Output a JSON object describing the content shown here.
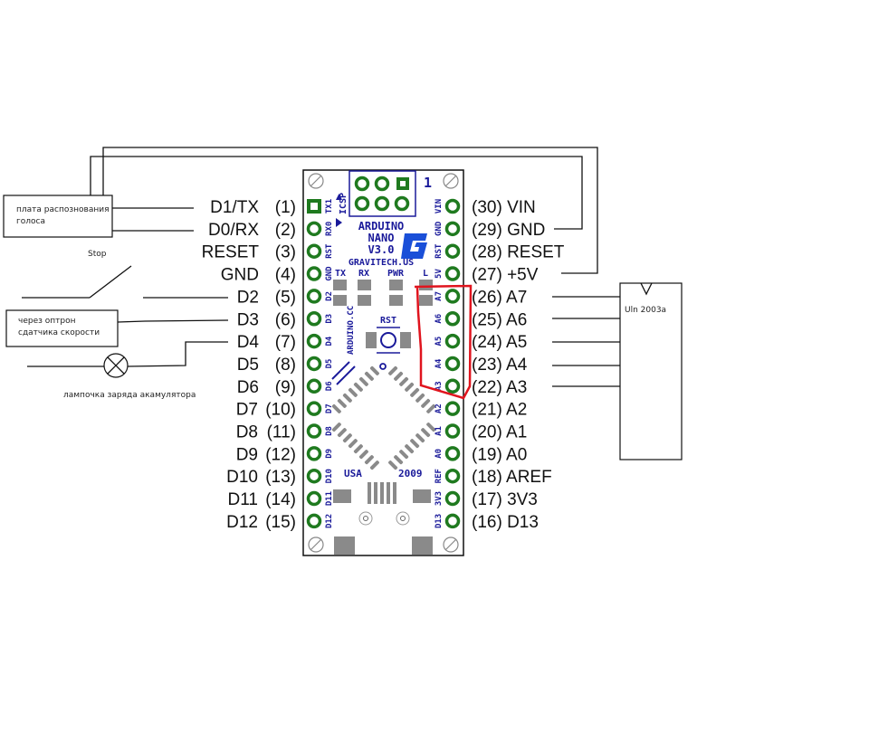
{
  "title": "Arduino Nano wiring diagram",
  "board": {
    "name": "ARDUINO",
    "model": "NANO",
    "version": "V3.0",
    "maker": "GRAVITECH.US",
    "site": "ARDUINO.CC",
    "country": "USA",
    "year": "2009",
    "icsp_label": "ICSP",
    "icsp_pin1": "1",
    "led_labels": [
      "TX",
      "RX",
      "PWR",
      "L"
    ],
    "reset_label": "RST",
    "colors": {
      "pad": "#1f7a1f",
      "silk": "#1a1a9a",
      "smd": "#8a8a8a"
    },
    "left_silk": [
      "TX1",
      "RX0",
      "RST",
      "GND",
      "D2",
      "D3",
      "D4",
      "D5",
      "D6",
      "D7",
      "D8",
      "D9",
      "D10",
      "D11",
      "D12"
    ],
    "right_silk": [
      "VIN",
      "GND",
      "RST",
      "5V",
      "A7",
      "A6",
      "A5",
      "A4",
      "A3",
      "A2",
      "A1",
      "A0",
      "REF",
      "3V3",
      "D13"
    ]
  },
  "left_pins": [
    {
      "name": "D1/TX",
      "num": "(1)"
    },
    {
      "name": "D0/RX",
      "num": "(2)"
    },
    {
      "name": "RESET",
      "num": "(3)"
    },
    {
      "name": "GND",
      "num": "(4)"
    },
    {
      "name": "D2",
      "num": "(5)"
    },
    {
      "name": "D3",
      "num": "(6)"
    },
    {
      "name": "D4",
      "num": "(7)"
    },
    {
      "name": "D5",
      "num": "(8)"
    },
    {
      "name": "D6",
      "num": "(9)"
    },
    {
      "name": "D7",
      "num": "(10)"
    },
    {
      "name": "D8",
      "num": "(11)"
    },
    {
      "name": "D9",
      "num": "(12)"
    },
    {
      "name": "D10",
      "num": "(13)"
    },
    {
      "name": "D11",
      "num": "(14)"
    },
    {
      "name": "D12",
      "num": "(15)"
    }
  ],
  "right_pins": [
    {
      "label": "(30) VIN"
    },
    {
      "label": "(29) GND"
    },
    {
      "label": "(28) RESET"
    },
    {
      "label": "(27) +5V"
    },
    {
      "label": "(26) A7"
    },
    {
      "label": "(25) A6"
    },
    {
      "label": "(24) A5"
    },
    {
      "label": "(23) A4"
    },
    {
      "label": "(22) A3"
    },
    {
      "label": "(21) A2"
    },
    {
      "label": "(20) A1"
    },
    {
      "label": "(19) A0"
    },
    {
      "label": "(18) AREF"
    },
    {
      "label": "(17) 3V3"
    },
    {
      "label": "(16) D13"
    }
  ],
  "components": {
    "voice_board": {
      "line1": "плата распознования",
      "line2": "голоса"
    },
    "stop_switch": {
      "label": "Stop"
    },
    "optocoupler": {
      "line1": "через оптрон",
      "line2": "сдатчика скорости"
    },
    "lamp": {
      "label": "лампочка заряда акамулятора"
    },
    "uln": {
      "label": "Uln 2003a"
    }
  },
  "highlight": {
    "color": "#e0141e",
    "pins": [
      "A7",
      "A6",
      "A5",
      "A4",
      "A3"
    ]
  }
}
